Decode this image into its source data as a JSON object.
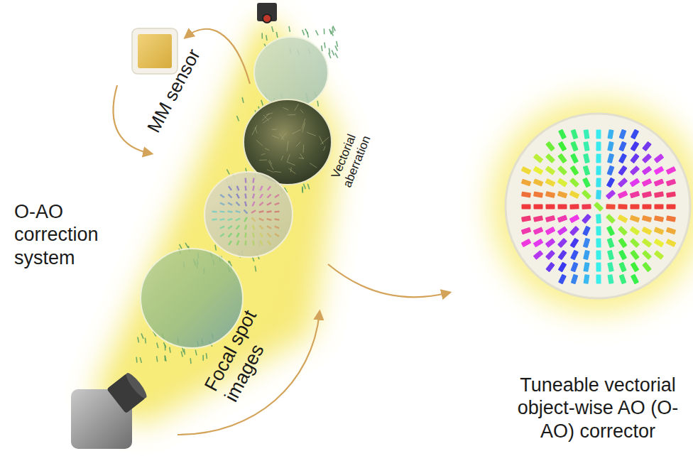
{
  "diagram": {
    "labels": [
      "MM sensor",
      "Vectorial aberration",
      "O-AO correction system",
      "Focal spot images",
      "Tuneable vectorial object-wise AO (O-AO) corrector"
    ]
  }
}
